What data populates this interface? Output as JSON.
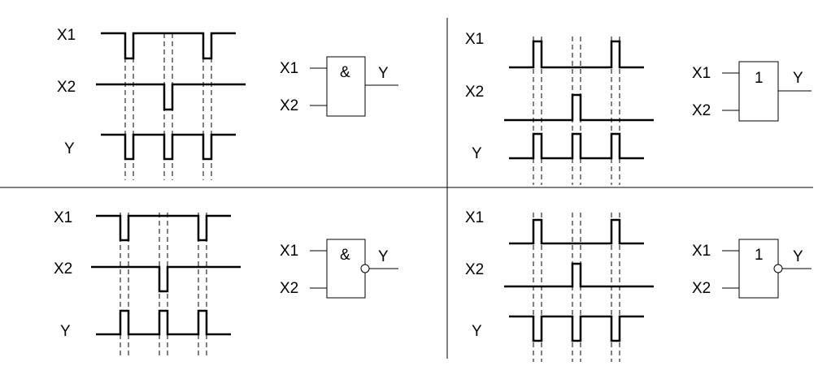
{
  "colors": {
    "line": "#000000",
    "background": "#ffffff"
  },
  "panels": [
    {
      "gate": {
        "symbol": "&",
        "inverted": false
      },
      "signals": {
        "x1": {
          "label": "X1",
          "levels": [
            1,
            0,
            1,
            1,
            1,
            0,
            1
          ]
        },
        "x2": {
          "label": "X2",
          "levels": [
            1,
            1,
            1,
            0,
            1,
            1,
            1
          ]
        },
        "y": {
          "label": "Y",
          "levels": [
            1,
            0,
            1,
            0,
            1,
            0,
            1
          ]
        }
      },
      "gate_labels": {
        "in1": "X1",
        "in2": "X2",
        "out": "Y"
      }
    },
    {
      "gate": {
        "symbol": "1",
        "inverted": false
      },
      "signals": {
        "x1": {
          "label": "X1",
          "levels": [
            0,
            1,
            0,
            0,
            0,
            1,
            0
          ]
        },
        "x2": {
          "label": "X2",
          "levels": [
            0,
            0,
            0,
            1,
            0,
            0,
            0
          ]
        },
        "y": {
          "label": "Y",
          "levels": [
            0,
            1,
            0,
            1,
            0,
            1,
            0
          ]
        }
      },
      "gate_labels": {
        "in1": "X1",
        "in2": "X2",
        "out": "Y"
      }
    },
    {
      "gate": {
        "symbol": "&",
        "inverted": true
      },
      "signals": {
        "x1": {
          "label": "X1",
          "levels": [
            1,
            0,
            1,
            1,
            1,
            0,
            1
          ]
        },
        "x2": {
          "label": "X2",
          "levels": [
            1,
            1,
            1,
            0,
            1,
            1,
            1
          ]
        },
        "y": {
          "label": "Y",
          "levels": [
            0,
            1,
            0,
            1,
            0,
            1,
            0
          ]
        }
      },
      "gate_labels": {
        "in1": "X1",
        "in2": "X2",
        "out": "Y"
      }
    },
    {
      "gate": {
        "symbol": "1",
        "inverted": true
      },
      "signals": {
        "x1": {
          "label": "X1",
          "levels": [
            0,
            1,
            0,
            0,
            0,
            1,
            0
          ]
        },
        "x2": {
          "label": "X2",
          "levels": [
            0,
            0,
            0,
            1,
            0,
            0,
            0
          ]
        },
        "y": {
          "label": "Y",
          "levels": [
            1,
            0,
            1,
            0,
            1,
            0,
            1
          ]
        }
      },
      "gate_labels": {
        "in1": "X1",
        "in2": "X2",
        "out": "Y"
      }
    }
  ]
}
